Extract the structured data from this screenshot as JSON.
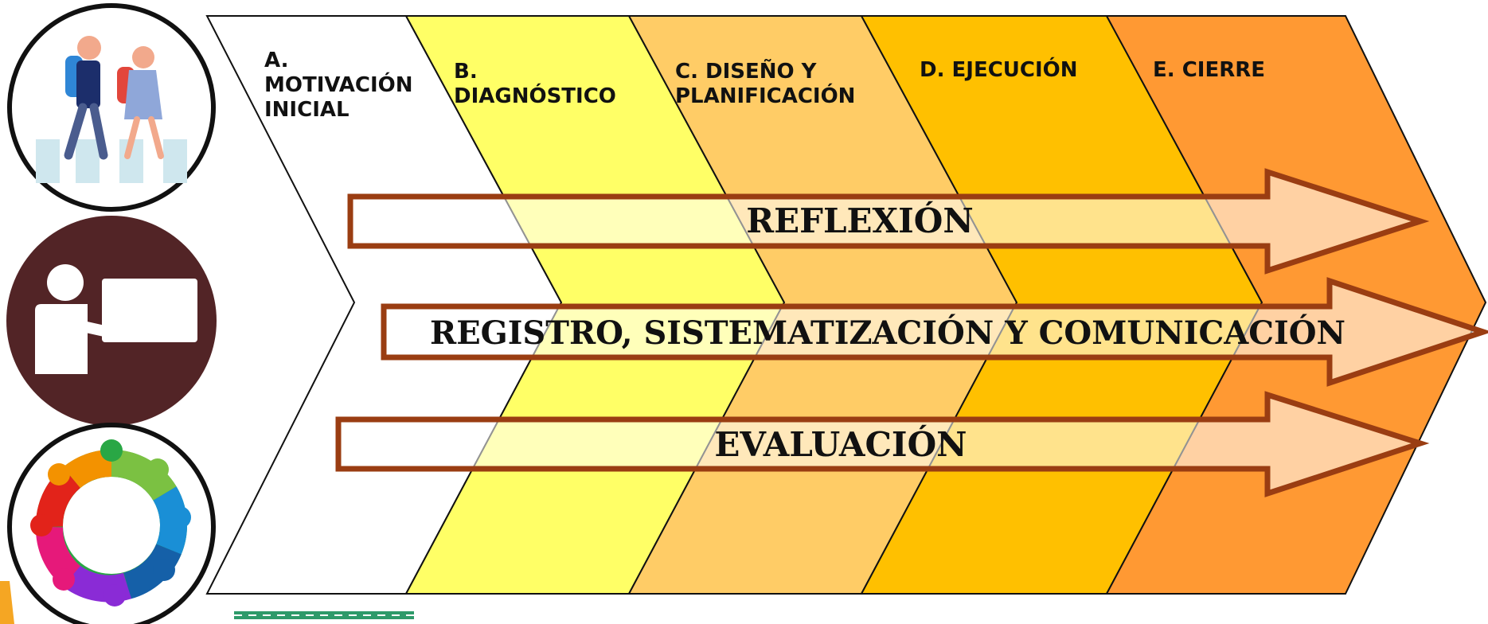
{
  "diagram": {
    "phases": [
      {
        "id": "a",
        "lines": [
          "A.",
          "MOTIVACIÓN",
          "INICIAL"
        ],
        "color": "#ffffff"
      },
      {
        "id": "b",
        "lines": [
          "B.",
          "DIAGNÓSTICO"
        ],
        "color": "#ffff66"
      },
      {
        "id": "c",
        "lines": [
          "C. DISEÑO Y",
          "PLANIFICACIÓN"
        ],
        "color": "#ffcc66"
      },
      {
        "id": "d",
        "lines": [
          "D. EJECUCIÓN"
        ],
        "color": "#ffc000"
      },
      {
        "id": "e",
        "lines": [
          "E. CIERRE"
        ],
        "color": "#ff9933"
      }
    ],
    "arrows": [
      {
        "id": "reflexion",
        "label": "REFLEXIÓN"
      },
      {
        "id": "registro",
        "label": "REGISTRO, SISTEMATIZACIÓN Y COMUNICACIÓN"
      },
      {
        "id": "evaluacion",
        "label": "EVALUACIÓN"
      }
    ],
    "icons": [
      {
        "id": "students",
        "name": "students-walking-icon"
      },
      {
        "id": "teacher",
        "name": "teacher-whiteboard-icon"
      },
      {
        "id": "teamwork",
        "name": "teamwork-circle-icon"
      }
    ],
    "colors": {
      "arrow_stroke": "#9a3d12",
      "arrow_fill": "#ffffff",
      "outline": "#111111",
      "teacher_bg": "#522426"
    }
  }
}
